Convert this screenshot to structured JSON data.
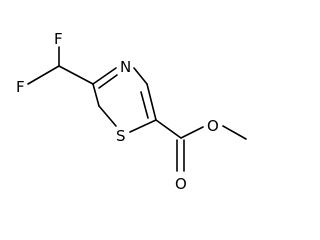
{
  "molecule": {
    "atoms": {
      "F_top": "F",
      "F_left": "F",
      "N_ring": "N",
      "S_ring": "S",
      "O_ester": "O",
      "O_carbonyl": "O"
    }
  }
}
